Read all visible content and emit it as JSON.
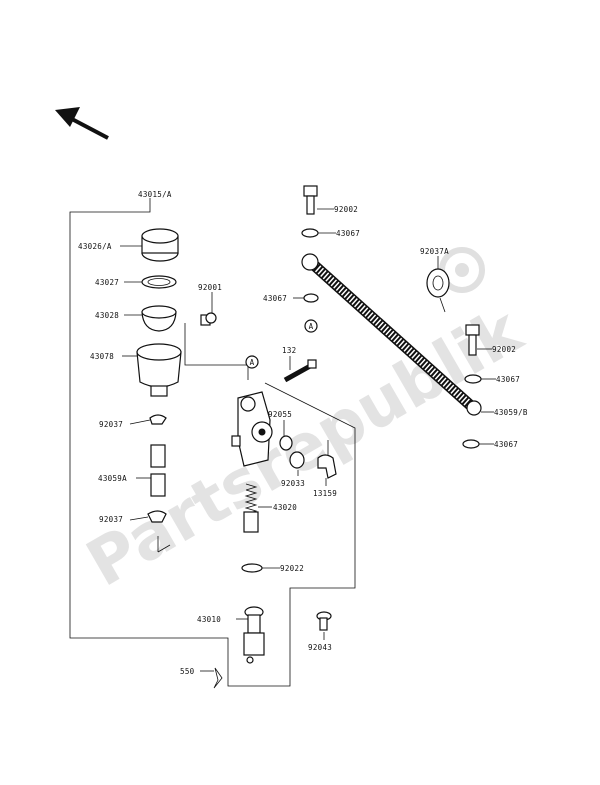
{
  "watermark": "Partsrepublik",
  "colors": {
    "ink": "#111111",
    "watermark": "#e3e3e3",
    "background": "#ffffff"
  },
  "icons": {
    "direction": "arrow-up-left-icon",
    "gear": "gear-icon"
  },
  "ref_marker": "A",
  "labels": {
    "assembly": "43015/A",
    "cap": "43026/A",
    "plate": "43027",
    "diaphragm": "43028",
    "reservoir": "43078",
    "screw_a": "92001",
    "clamp_top": "92037",
    "hose_short": "43059A",
    "clamp_bottom": "92037",
    "body_bolt": "132",
    "oring": "92055",
    "circlip_b": "92033",
    "elbow": "13159",
    "spring": "43020",
    "circlip": "92022",
    "pushrod": "43010",
    "cotter_pin": "550",
    "pin": "92043",
    "bolt_top": "92002",
    "washer_top": "43067",
    "banjo": "92037A",
    "washer_mid": "43067",
    "hose": "43059/B",
    "bolt_right": "92002",
    "washer_right": "43067",
    "washer_bottom": "43067"
  }
}
